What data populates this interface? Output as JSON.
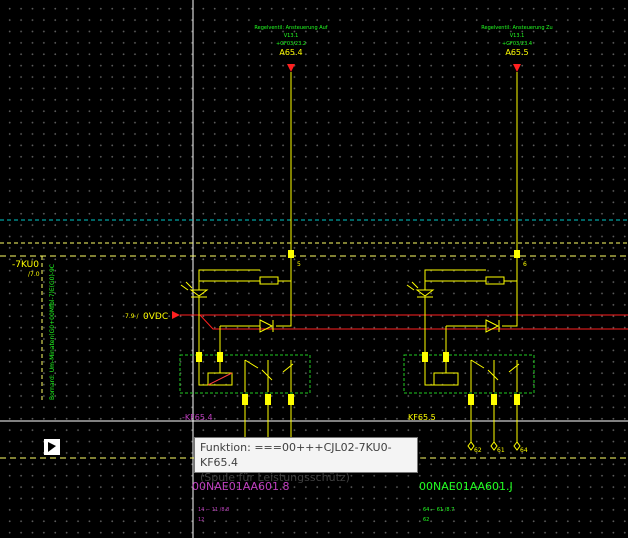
{
  "top_labels": [
    {
      "function": "Regelventil: Ansteuerung Auf",
      "page_ref": "V13.1",
      "address": "+GF03/23.2",
      "tag": "A65.4"
    },
    {
      "function": "Regelventil: Ansteuerung Zu",
      "page_ref": "V13.1",
      "address": "+GF03/23.4",
      "tag": "A65.5"
    }
  ],
  "left_block": {
    "name": "-7KU0",
    "ref": "/7.0",
    "vertical_text": "Bornard: Um-Minaten(G0+00Mfbl-7)E(G0)-9C"
  },
  "potential": {
    "ref": "7.9 /",
    "name": "0VDC"
  },
  "terminal_labels": [
    "5",
    "6"
  ],
  "device_tags": [
    "-KF65.4",
    "KF65.5"
  ],
  "contact_numbers": [
    "62",
    "61",
    "64"
  ],
  "tooltip": {
    "line1": "Funktion: ===00+++CJL02-7KU0-KF65.4",
    "line2": "(Spule für Leistungsschütz)"
  },
  "bottom_labels": [
    {
      "text": "00NAE01AA601.8",
      "color": "#c040c0"
    },
    {
      "text": "00NAE01AA601.J",
      "color": "#22ff22"
    }
  ],
  "cross_refs": [
    {
      "top": "14 ⌐ 11 /8.8",
      "bottom": "12"
    },
    {
      "top": "64 ⌐ 61 /8.7",
      "bottom": "62"
    }
  ],
  "colors": {
    "yellow_wire": "#ffff00",
    "red_wire": "#ff2020",
    "green_text": "#22ff22",
    "cyan_line": "#00c8c8",
    "magenta": "#c040c0"
  }
}
